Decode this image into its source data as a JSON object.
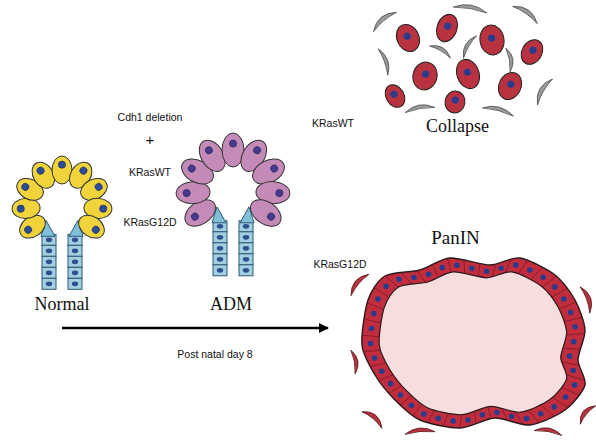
{
  "diagram": {
    "nodes": [
      {
        "text": [
          "Normal"
        ]
      },
      {
        "text": [
          "ADM"
        ]
      },
      {
        "text": [
          "Collapse"
        ]
      },
      {
        "text": [
          "PanIN"
        ]
      }
    ],
    "edges": [
      {
        "from": 0,
        "to": 1,
        "label": "KRasWT",
        "arrow": "to"
      },
      {
        "from": 0,
        "to": 1,
        "label": "KRasG12D",
        "arrow": "to"
      },
      {
        "from": 1,
        "to": 2,
        "label": "KRasWT",
        "arrow": "to"
      },
      {
        "from": 1,
        "to": 3,
        "label": "KRasG12D",
        "arrow": "to"
      }
    ],
    "labels": [
      "Cdh1 deletion",
      "+",
      "Post natal day 8"
    ]
  }
}
